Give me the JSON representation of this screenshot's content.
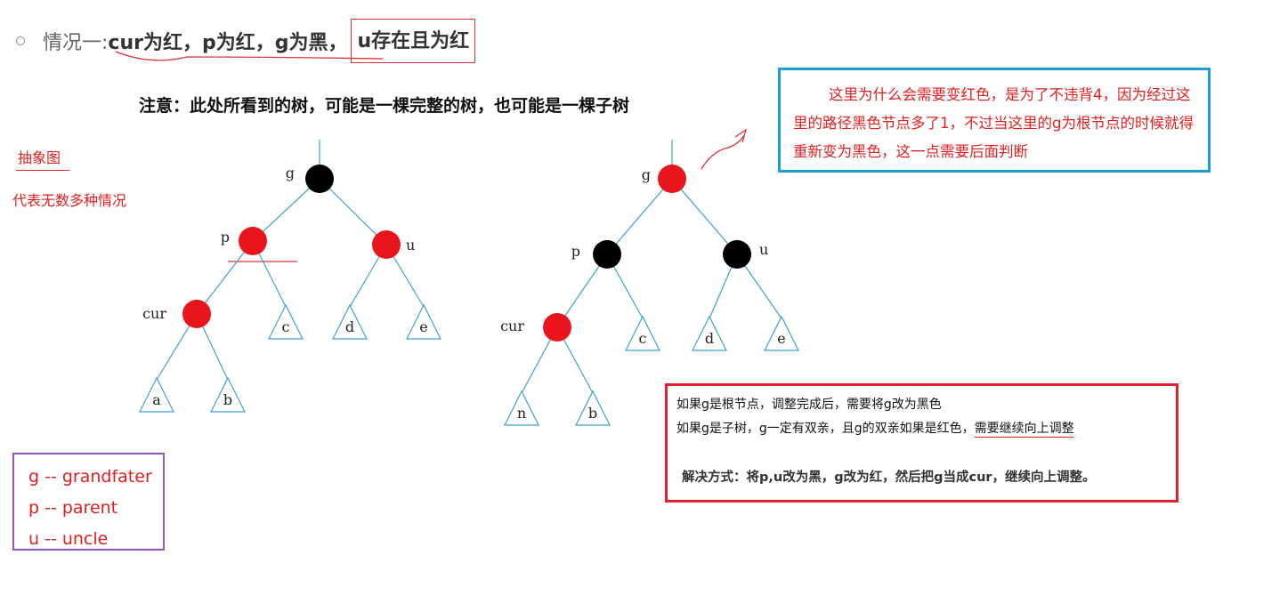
{
  "heading": {
    "prefix": "情况一:",
    "main": "cur为红，p为红，g为黑，",
    "boxed": "u存在且为红"
  },
  "note": "注意：此处所看到的树，可能是一棵完整的树，也可能是一棵子树",
  "abstract": {
    "label": "抽象图",
    "description": "代表无数多种情况"
  },
  "legend": {
    "g": "g -- grandfater",
    "p": "p -- parent",
    "u": "u -- uncle"
  },
  "explanation": "这里为什么会需要变红色，是为了不违背4，因为经过这里的路径黑色节点多了1，不过当这里的g为根节点的时候就得重新变为黑色，这一点需要后面判断",
  "rules": {
    "line1": "如果g是根节点，调整完成后，需要将g改为黑色",
    "line2_prefix": "如果g是子树，g一定有双亲，且g的双亲如果是红色，",
    "line2_underlined": "需要继续向上调整",
    "solution": "解决方式：将p,u改为黑，g改为红，然后把g当成cur，继续向上调整。"
  },
  "trees": {
    "before": {
      "labels": {
        "g": "g",
        "p": "p",
        "u": "u",
        "cur": "cur",
        "a": "a",
        "b": "b",
        "c": "c",
        "d": "d",
        "e": "e"
      },
      "colors": {
        "g": "#000000",
        "p": "#e8161c",
        "u": "#e8161c",
        "cur": "#e8161c"
      }
    },
    "after": {
      "labels": {
        "g": "g",
        "p": "p",
        "u": "u",
        "cur": "cur",
        "a": "n",
        "b": "b",
        "c": "c",
        "d": "d",
        "e": "e"
      },
      "colors": {
        "g": "#e8161c",
        "p": "#000000",
        "u": "#000000",
        "cur": "#e8161c"
      }
    }
  },
  "colors": {
    "edge": "#3fa0d0",
    "accent_red": "#e02020",
    "legend_border": "#9b57b8",
    "explain_border": "#1f9bd6",
    "rule_border": "#e02030"
  }
}
